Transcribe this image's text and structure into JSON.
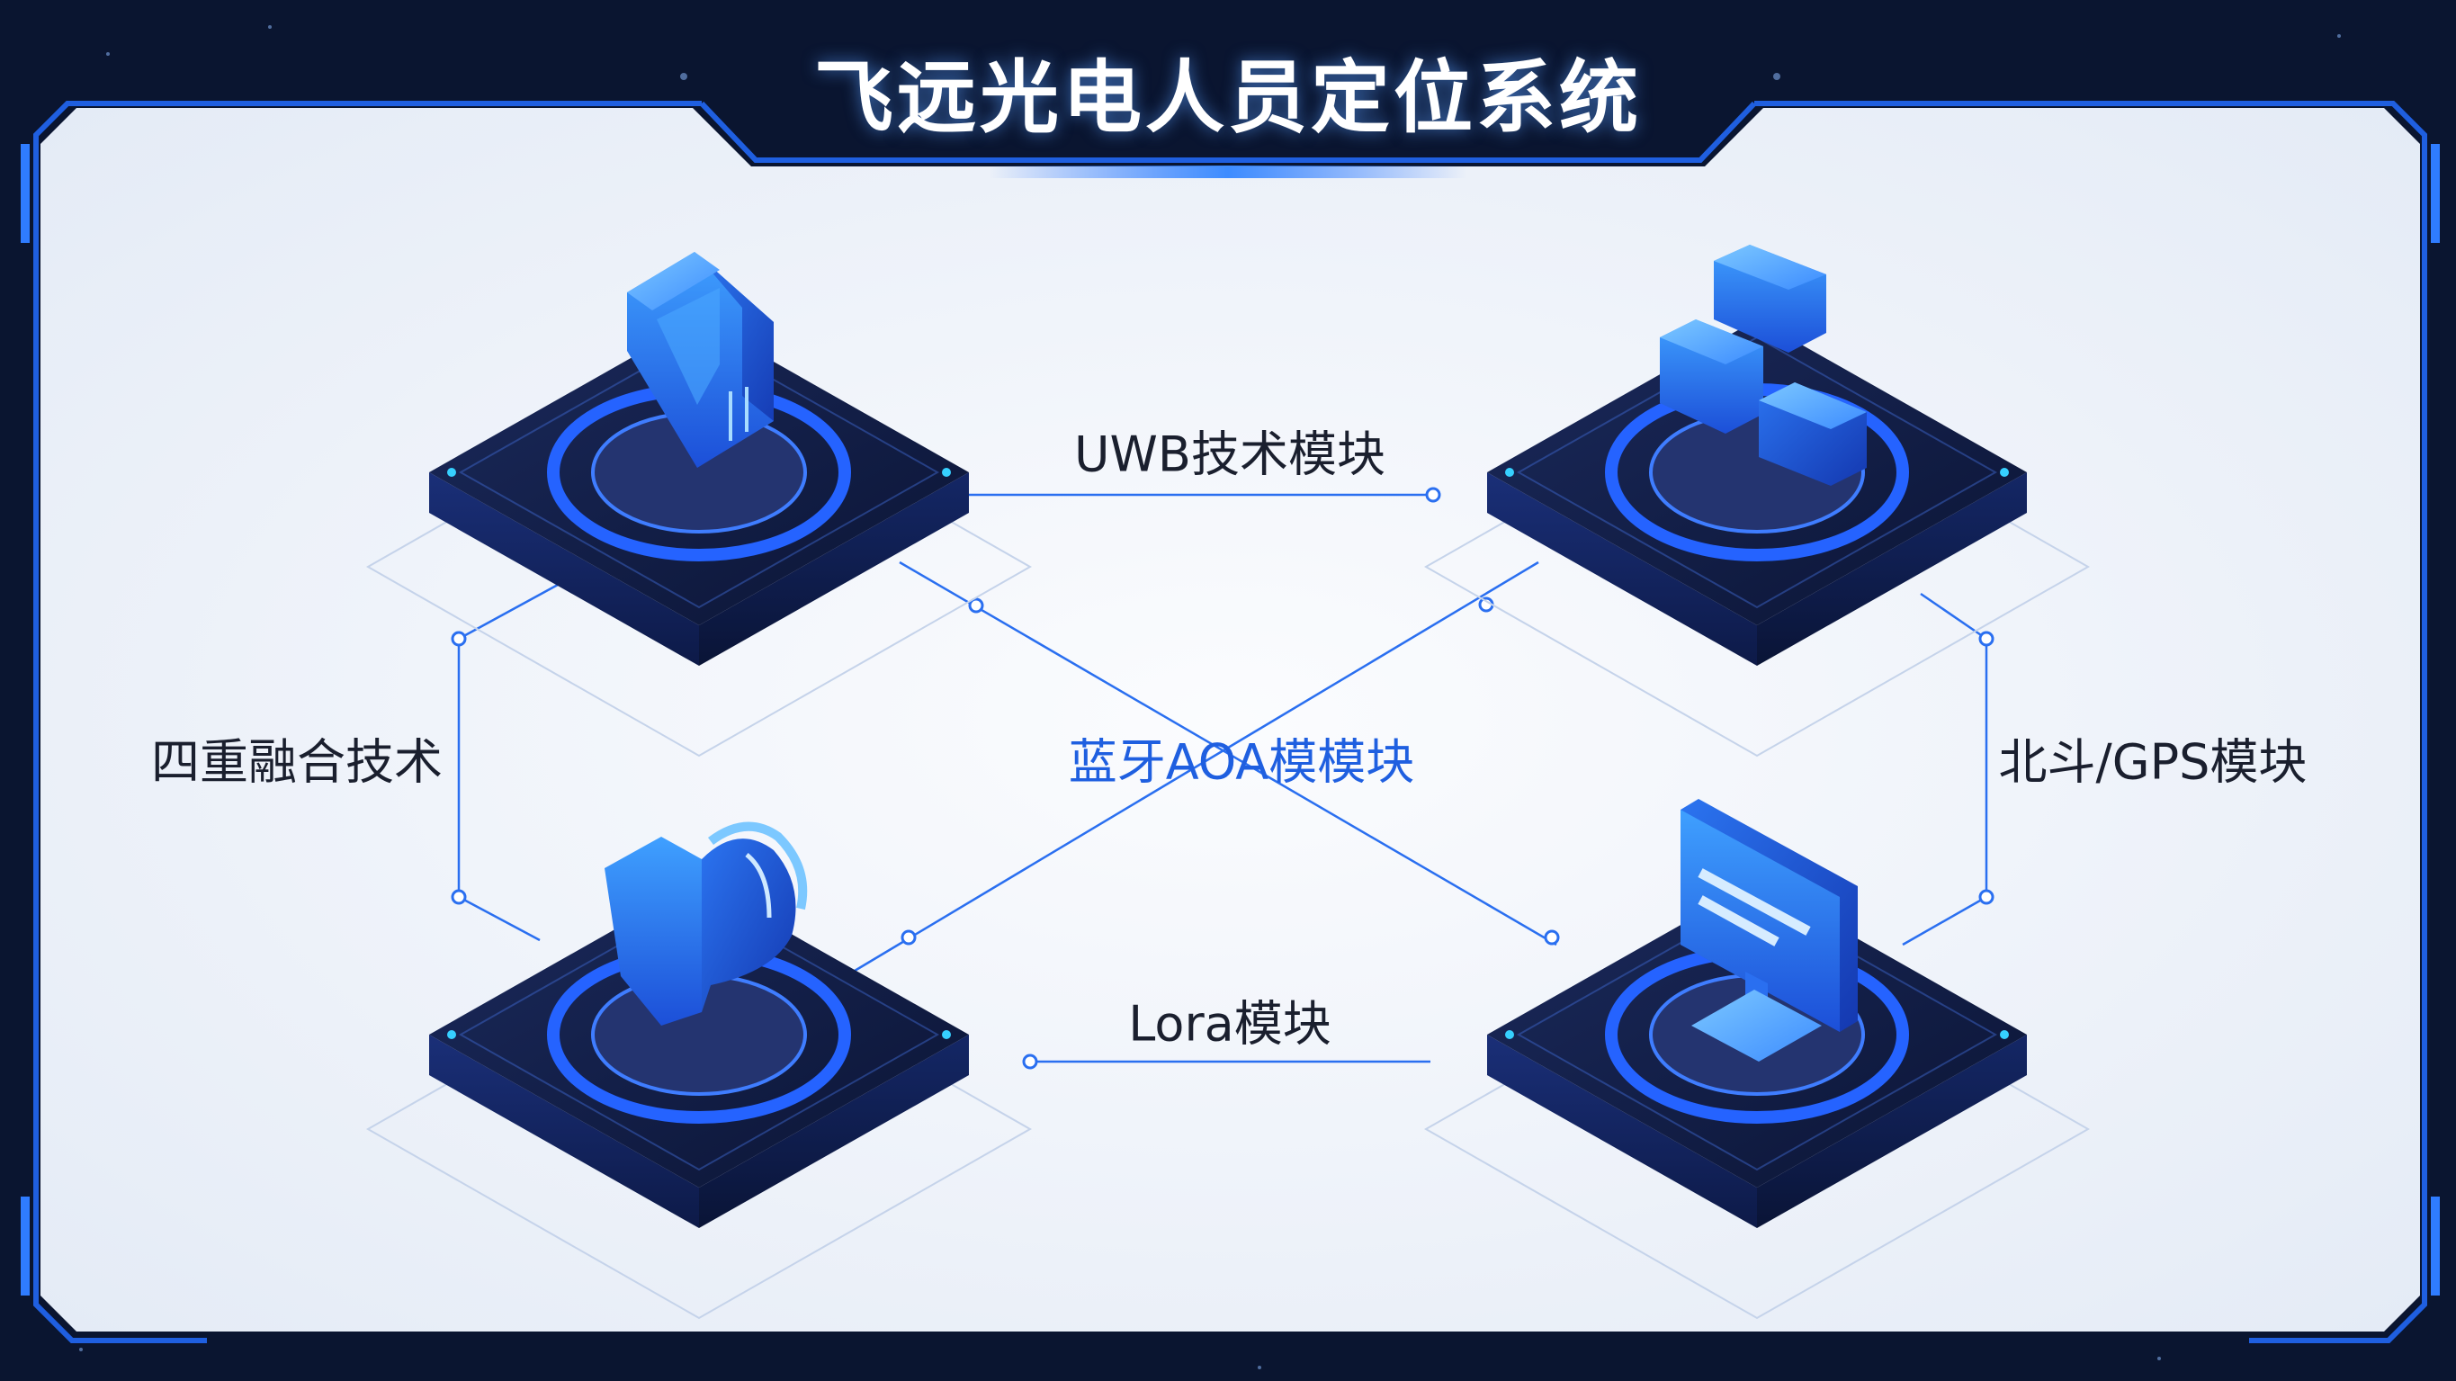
{
  "title": "飞远光电人员定位系统",
  "labels": {
    "uwb": "UWB技术模块",
    "fusion": "四重融合技术",
    "bluetooth": "蓝牙AOA模模块",
    "beidou": "北斗/GPS模块",
    "lora": "Lora模块"
  },
  "colors": {
    "frame_dark": "#0a1530",
    "accent_blue": "#1f6bff",
    "highlight_text": "#1f5fe0",
    "label_text": "#1a1f2e",
    "panel_bg": "#f3f6fb"
  }
}
